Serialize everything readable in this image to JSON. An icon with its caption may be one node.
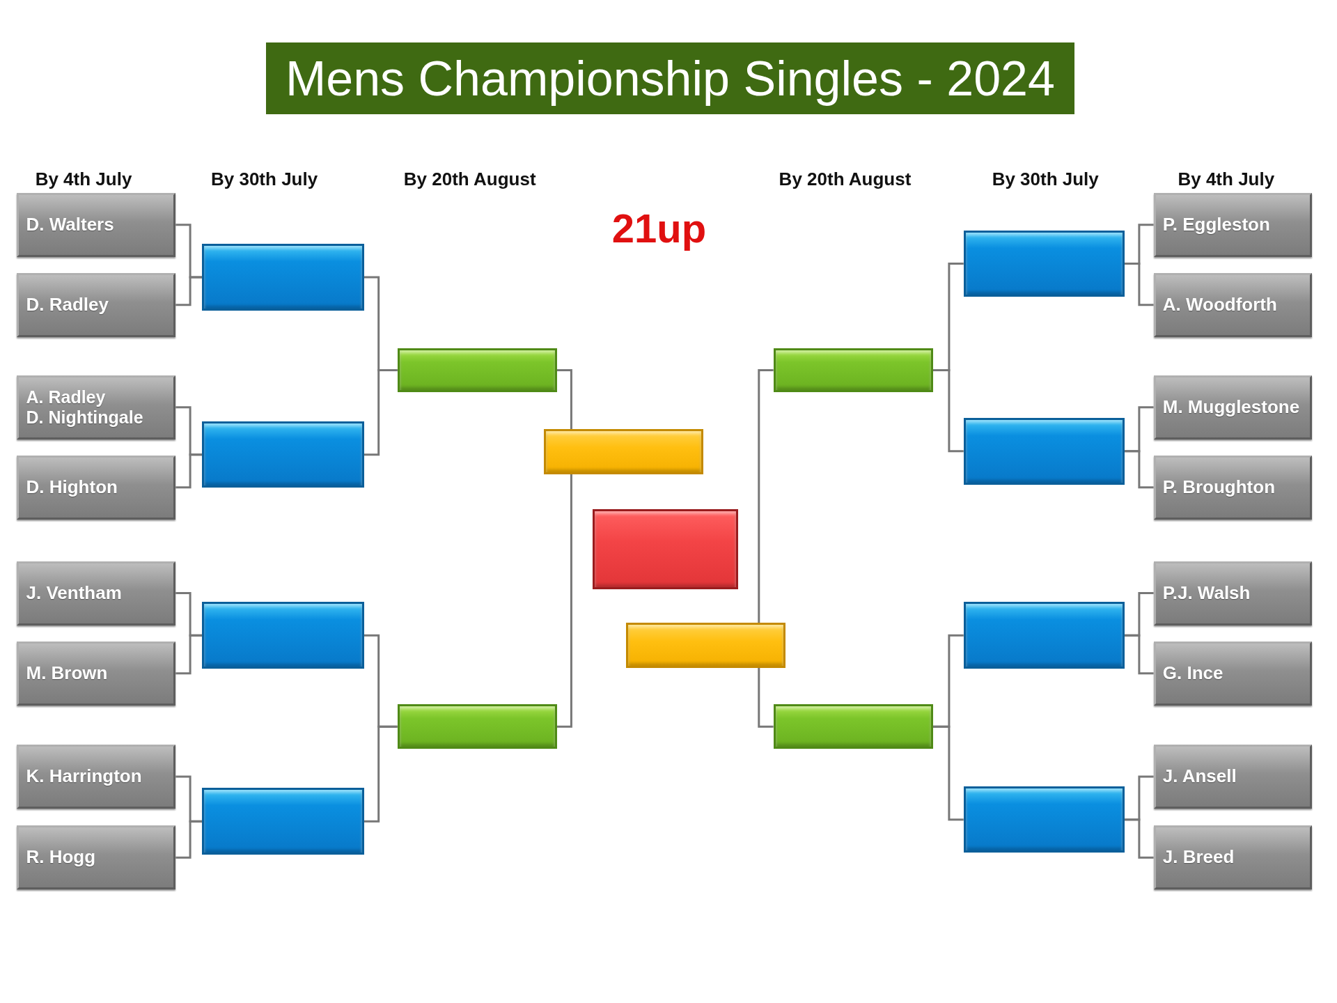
{
  "diagram": {
    "title": "Mens Championship Singles - 2024",
    "nodes": [
      {
        "text": [
          "D. Walters"
        ]
      },
      {
        "text": [
          "D. Radley"
        ]
      },
      {
        "text": [
          "A. Radley",
          "D. Nightingale"
        ]
      },
      {
        "text": [
          "D. Highton"
        ]
      },
      {
        "text": [
          "J. Ventham"
        ]
      },
      {
        "text": [
          "M. Brown"
        ]
      },
      {
        "text": [
          "K. Harrington"
        ]
      },
      {
        "text": [
          "R. Hogg"
        ]
      },
      {
        "text": [],
        "shape": "box"
      },
      {
        "text": [],
        "shape": "box"
      },
      {
        "text": [],
        "shape": "box"
      },
      {
        "text": [],
        "shape": "box"
      },
      {
        "text": [],
        "shape": "box"
      },
      {
        "text": [],
        "shape": "box"
      },
      {
        "text": [],
        "shape": "box"
      },
      {
        "text": [],
        "shape": "box"
      },
      {
        "text": [],
        "shape": "box"
      },
      {
        "text": [],
        "shape": "box"
      },
      {
        "text": [],
        "shape": "box"
      },
      {
        "text": [],
        "shape": "box"
      },
      {
        "text": [],
        "shape": "box"
      },
      {
        "text": [],
        "shape": "box"
      },
      {
        "text": [],
        "shape": "box"
      },
      {
        "text": [
          "P. Eggleston"
        ]
      },
      {
        "text": [
          "A. Woodforth"
        ]
      },
      {
        "text": [
          "M. Mugglestone"
        ]
      },
      {
        "text": [
          "P. Broughton"
        ]
      },
      {
        "text": [
          "P.J. Walsh"
        ]
      },
      {
        "text": [
          "G. Ince"
        ]
      },
      {
        "text": [
          "J. Ansell"
        ]
      },
      {
        "text": [
          "J. Breed"
        ]
      }
    ],
    "edges": [
      {
        "from": 0,
        "to": 8,
        "arrow": "none"
      },
      {
        "from": 1,
        "to": 8,
        "arrow": "none"
      },
      {
        "from": 2,
        "to": 9,
        "arrow": "none"
      },
      {
        "from": 3,
        "to": 9,
        "arrow": "none"
      },
      {
        "from": 4,
        "to": 10,
        "arrow": "none"
      },
      {
        "from": 5,
        "to": 10,
        "arrow": "none"
      },
      {
        "from": 6,
        "to": 11,
        "arrow": "none"
      },
      {
        "from": 7,
        "to": 11,
        "arrow": "none"
      },
      {
        "from": 8,
        "to": 12,
        "arrow": "none"
      },
      {
        "from": 9,
        "to": 12,
        "arrow": "none"
      },
      {
        "from": 10,
        "to": 13,
        "arrow": "none"
      },
      {
        "from": 11,
        "to": 13,
        "arrow": "none"
      },
      {
        "from": 12,
        "to": 14,
        "arrow": "none"
      },
      {
        "from": 13,
        "to": 14,
        "arrow": "none"
      },
      {
        "from": 17,
        "to": 16,
        "arrow": "none"
      },
      {
        "from": 18,
        "to": 16,
        "arrow": "none"
      },
      {
        "from": 19,
        "to": 17,
        "arrow": "none"
      },
      {
        "from": 20,
        "to": 17,
        "arrow": "none"
      },
      {
        "from": 21,
        "to": 18,
        "arrow": "none"
      },
      {
        "from": 22,
        "to": 18,
        "arrow": "none"
      },
      {
        "from": 23,
        "to": 19,
        "arrow": "none"
      },
      {
        "from": 24,
        "to": 19,
        "arrow": "none"
      },
      {
        "from": 25,
        "to": 20,
        "arrow": "none"
      },
      {
        "from": 26,
        "to": 20,
        "arrow": "none"
      },
      {
        "from": 27,
        "to": 21,
        "arrow": "none"
      },
      {
        "from": 28,
        "to": 21,
        "arrow": "none"
      },
      {
        "from": 29,
        "to": 22,
        "arrow": "none"
      },
      {
        "from": 30,
        "to": 22,
        "arrow": "none"
      }
    ],
    "labels": [
      "By 4th July",
      "By 30th July",
      "By 20th August",
      "By 20th August",
      "By 30th July",
      "By 4th July",
      "21up"
    ]
  }
}
